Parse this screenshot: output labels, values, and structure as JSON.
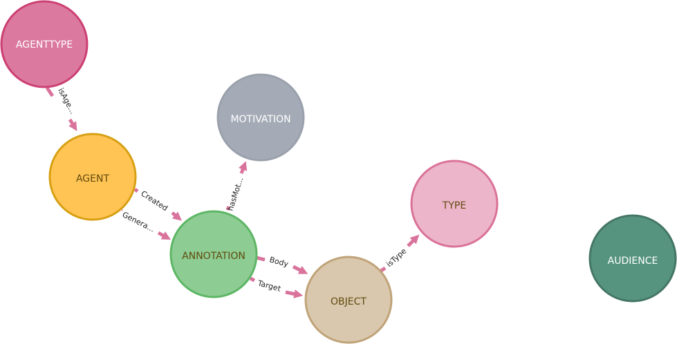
{
  "colors": {
    "edge": "#d9739c",
    "background": "#ffffff"
  },
  "nodes": {
    "agenttype": {
      "label": "AGENTTYPE",
      "fill": "#db7a9e",
      "stroke": "#cc3f72",
      "text": "#ffffff"
    },
    "motivation": {
      "label": "MOTIVATION",
      "fill": "#a5abb6",
      "stroke": "#9aa1ac",
      "text": "#ffffff"
    },
    "agent": {
      "label": "AGENT",
      "fill": "#ffc454",
      "stroke": "#d7a013",
      "text": "#604a0e"
    },
    "type": {
      "label": "TYPE",
      "fill": "#ecb5c9",
      "stroke": "#da7298",
      "text": "#604a0e"
    },
    "annotation": {
      "label": "ANNOTATION",
      "fill": "#8dcc93",
      "stroke": "#5db665",
      "text": "#604a0e"
    },
    "audience": {
      "label": "AUDIENCE",
      "fill": "#569480",
      "stroke": "#447666",
      "text": "#ffffff"
    },
    "object": {
      "label": "OBJECT",
      "fill": "#d9c8ae",
      "stroke": "#c0a378",
      "text": "#604a0e"
    }
  },
  "edges": {
    "isAgentType": {
      "label": "isAge..."
    },
    "created": {
      "label": "Created"
    },
    "generated": {
      "label": "Genera..."
    },
    "hasMotivation": {
      "label": "hasMot..."
    },
    "body": {
      "label": "Body"
    },
    "target": {
      "label": "Target"
    },
    "isType": {
      "label": "isType"
    }
  }
}
